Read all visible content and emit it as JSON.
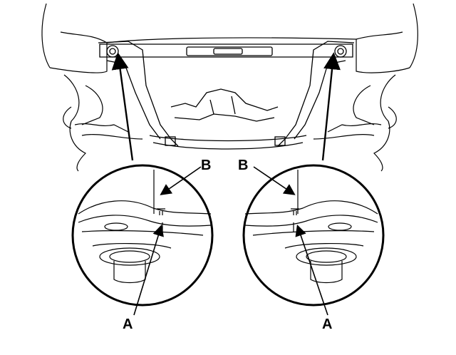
{
  "labels": {
    "a_left": "A",
    "a_right": "A",
    "b_left": "B",
    "b_right": "B"
  },
  "colors": {
    "line": "#000000",
    "background": "#ffffff"
  }
}
